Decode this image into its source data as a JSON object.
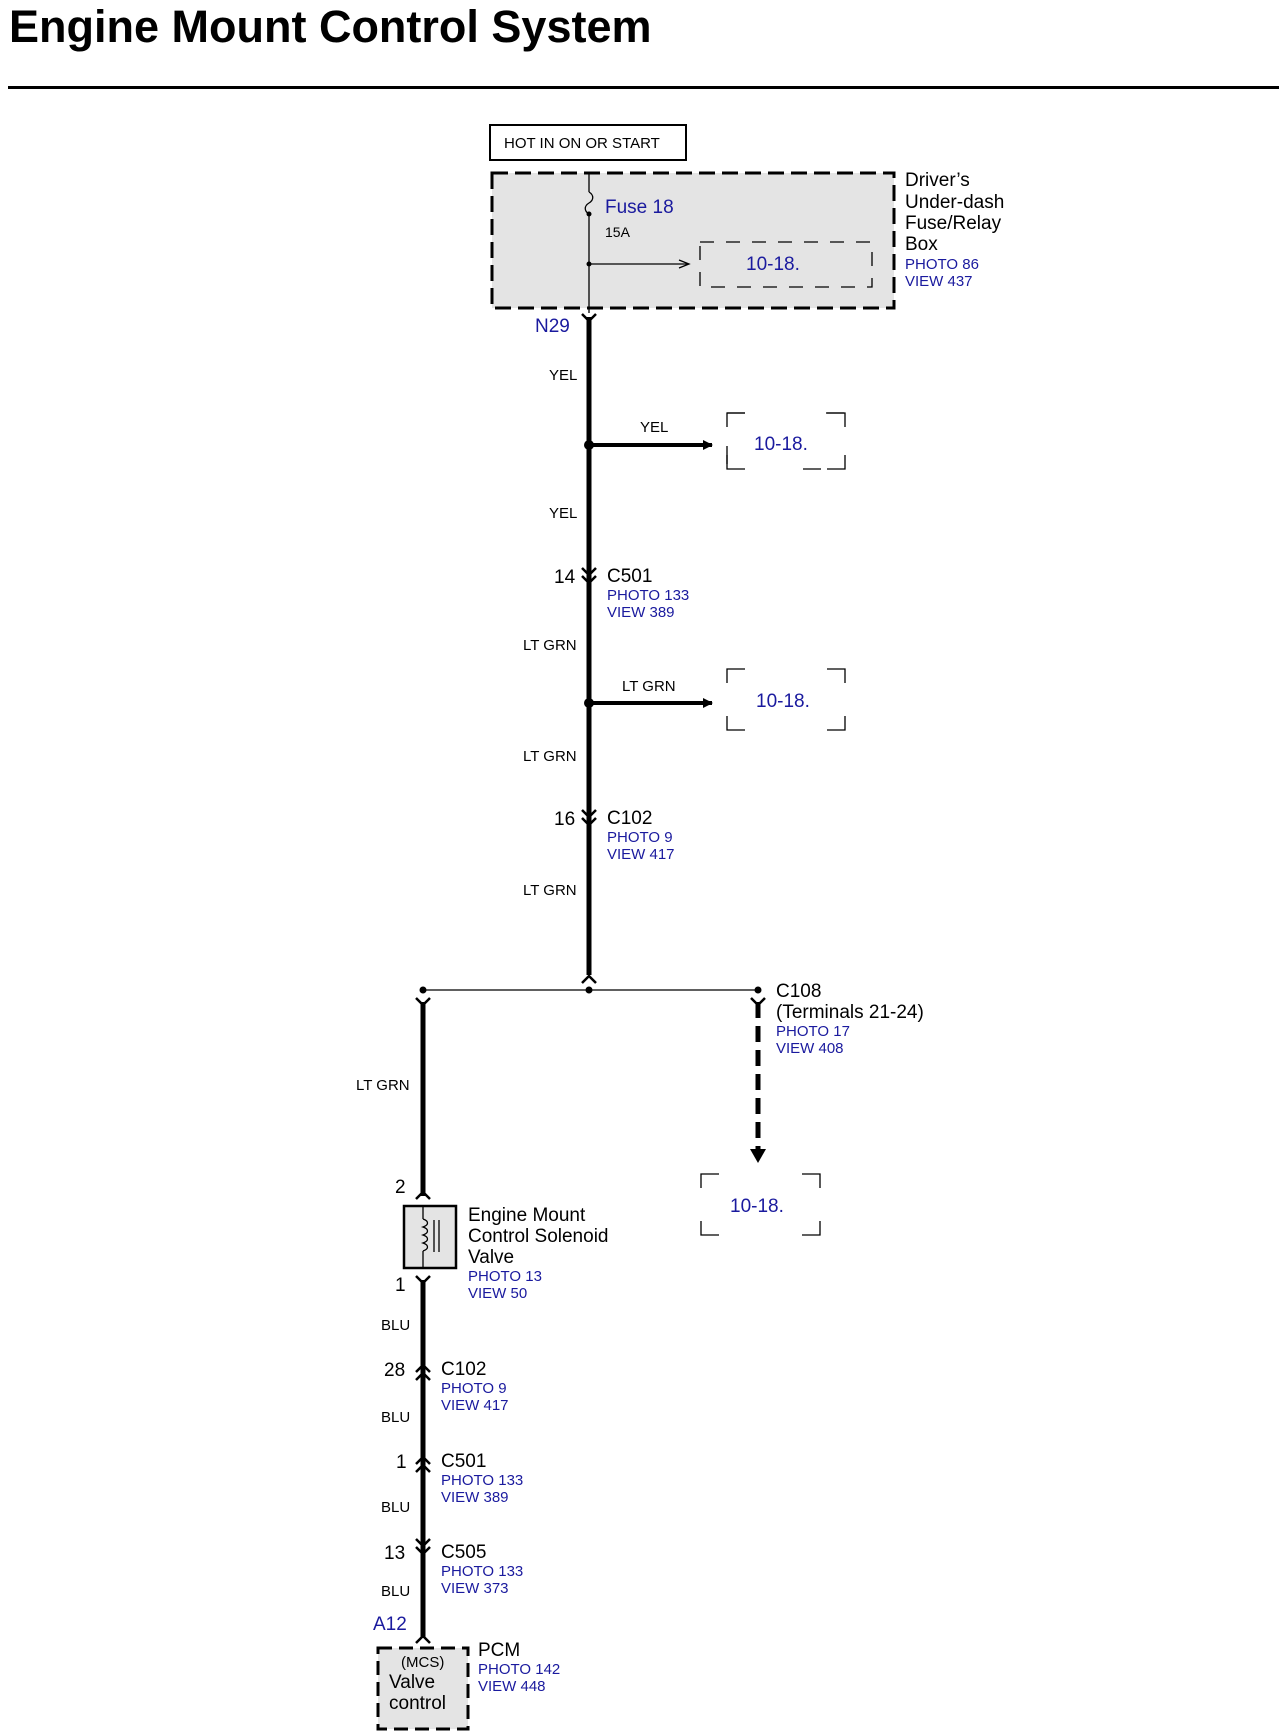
{
  "title": "Engine Mount Control System",
  "colors": {
    "wire": "#000000",
    "reference_text": "#1a1a9e",
    "component_fill": "#e4e4e4"
  },
  "power_source": {
    "label": "HOT IN ON OR START"
  },
  "fuse_box": {
    "fuse_name": "Fuse 18",
    "fuse_rating": "15A",
    "name_lines": [
      "Driver’s",
      "Under-dash",
      "Fuse/Relay",
      "Box"
    ],
    "photo": "PHOTO 86",
    "view": "VIEW 437",
    "terminal": "N29"
  },
  "page_refs": {
    "fuse_box_branch": "10-18.",
    "yel_branch": "10-18.",
    "ltgrn_branch": "10-18.",
    "c108_branch": "10-18."
  },
  "wires": {
    "yel_1": "YEL",
    "yel_branch": "YEL",
    "yel_2": "YEL",
    "ltgrn_1": "LT GRN",
    "ltgrn_branch": "LT GRN",
    "ltgrn_2": "LT GRN",
    "ltgrn_3": "LT GRN",
    "ltgrn_4": "LT GRN",
    "blu_1": "BLU",
    "blu_2": "BLU",
    "blu_3": "BLU",
    "blu_4": "BLU"
  },
  "connectors": {
    "c501_top": {
      "pin": "14",
      "name": "C501",
      "photo": "PHOTO 133",
      "view": "VIEW 389"
    },
    "c102_top": {
      "pin": "16",
      "name": "C102",
      "photo": "PHOTO 9",
      "view": "VIEW 417"
    },
    "c108": {
      "name": "C108",
      "terminals": "(Terminals 21-24)",
      "photo": "PHOTO 17",
      "view": "VIEW 408"
    },
    "c102_bottom": {
      "pin": "28",
      "name": "C102",
      "photo": "PHOTO 9",
      "view": "VIEW 417"
    },
    "c501_bottom": {
      "pin": "1",
      "name": "C501",
      "photo": "PHOTO 133",
      "view": "VIEW 389"
    },
    "c505": {
      "pin": "13",
      "name": "C505",
      "photo": "PHOTO 133",
      "view": "VIEW 373"
    }
  },
  "solenoid": {
    "pin_top": "2",
    "pin_bottom": "1",
    "name_lines": [
      "Engine Mount",
      "Control Solenoid",
      "Valve"
    ],
    "photo": "PHOTO 13",
    "view": "VIEW 50"
  },
  "pcm": {
    "terminal": "A12",
    "function_code": "(MCS)",
    "function_lines": [
      "Valve",
      "control"
    ],
    "name": "PCM",
    "photo": "PHOTO 142",
    "view": "VIEW 448"
  }
}
